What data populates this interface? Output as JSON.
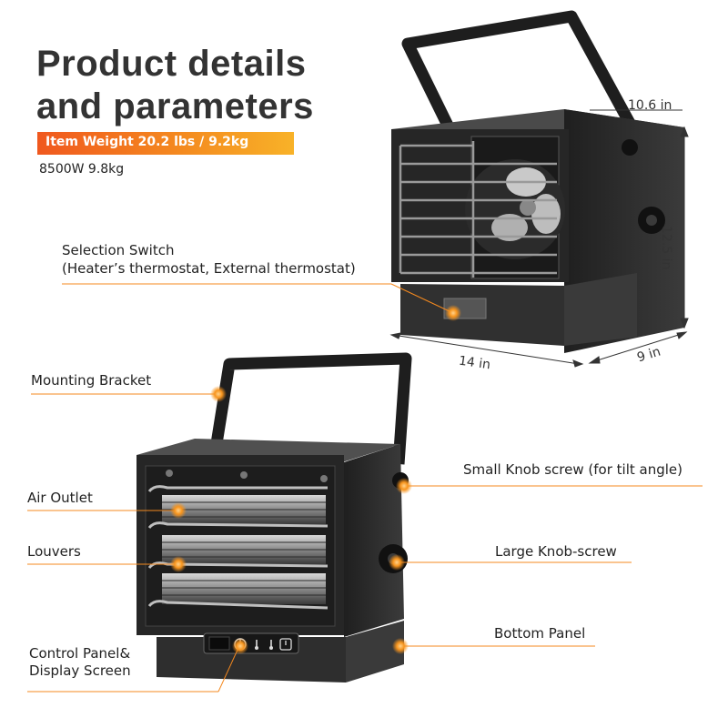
{
  "header": {
    "title_line1": "Product details",
    "title_line2": "and parameters",
    "weight_badge": "Item Weight  20.2 lbs / 9.2kg",
    "power_weight": "8500W 9.8kg"
  },
  "top_heater": {
    "dimensions": {
      "depth": "10.6 in",
      "height": "12.5 in",
      "width": "14 in",
      "side": "9 in"
    },
    "selection_switch": {
      "title": "Selection Switch",
      "detail": "(Heater’s thermostat, External thermostat)"
    }
  },
  "bottom_heater": {
    "labels": {
      "mounting_bracket": "Mounting Bracket",
      "air_outlet": "Air Outlet",
      "louvers": "Louvers",
      "control_panel_line1": "Control Panel&",
      "control_panel_line2": "Display Screen",
      "small_knob": "Small Knob screw (for tilt angle)",
      "large_knob": "Large Knob-screw",
      "bottom_panel": "Bottom Panel"
    },
    "control_panel_icons": [
      "power-icon",
      "thermometer-icon",
      "thermometer-icon",
      "standby-icon"
    ]
  },
  "colors": {
    "accent": "#f4891f",
    "heater_body": "#2a2a2a",
    "callout_dot": "#f7941d"
  }
}
